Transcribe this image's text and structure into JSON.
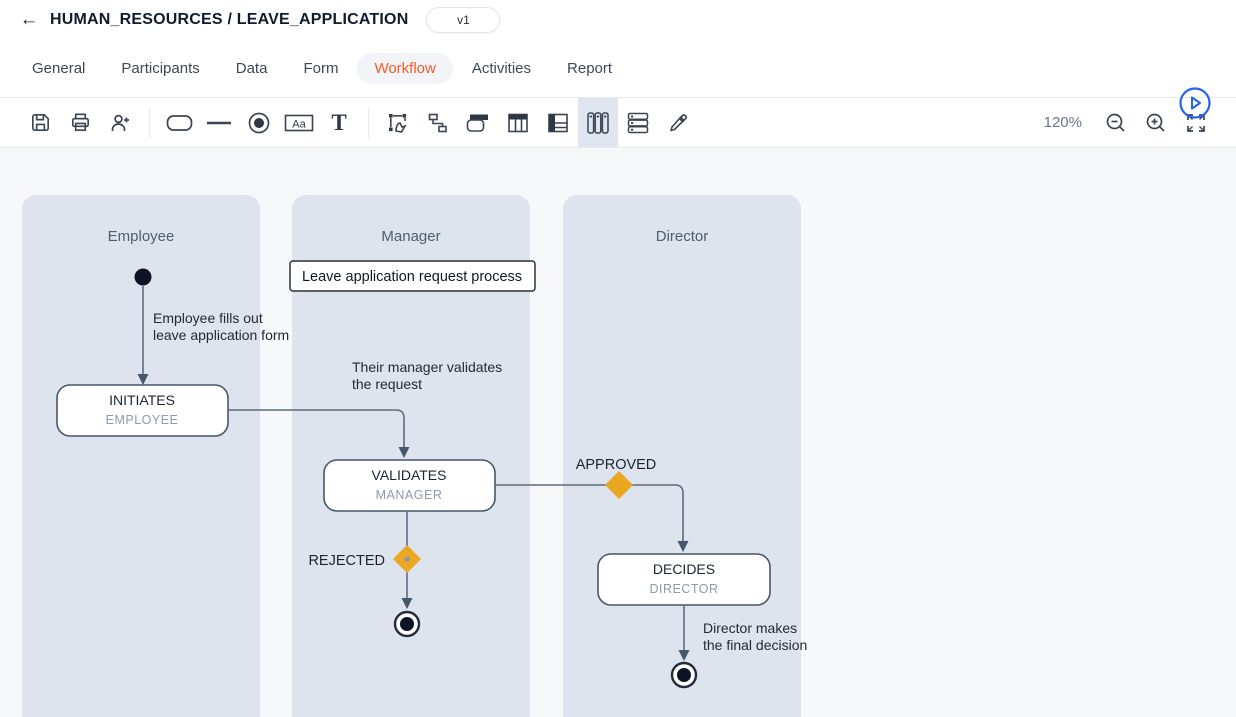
{
  "header": {
    "breadcrumb": "HUMAN_RESOURCES / LEAVE_APPLICATION",
    "version": "v1",
    "back_icon": "←"
  },
  "tabs": {
    "items": [
      {
        "label": "General",
        "active": false
      },
      {
        "label": "Participants",
        "active": false
      },
      {
        "label": "Data",
        "active": false
      },
      {
        "label": "Form",
        "active": false
      },
      {
        "label": "Workflow",
        "active": true
      },
      {
        "label": "Activities",
        "active": false
      },
      {
        "label": "Report",
        "active": false
      }
    ]
  },
  "toolbar": {
    "tools": [
      "save",
      "print",
      "add-user",
      "rounded-rectangle",
      "line",
      "state-node",
      "label",
      "text",
      "transform-select",
      "connector",
      "group-shape",
      "table-columns",
      "table-sidebar",
      "vertical-lanes",
      "stacked-rows",
      "eyedropper"
    ],
    "selected_tool": "vertical-lanes",
    "label_tool_text": "Aa",
    "text_tool_text": "T",
    "zoom_level": "120%"
  },
  "colors": {
    "accent_orange": "#f75b28",
    "play_blue": "#2563eb",
    "gateway_yellow": "#e9a822",
    "lane_fill": "#dde4ee",
    "edge_gray": "#5b6b7d",
    "canvas_bg": "#f7f8fa"
  },
  "diagram": {
    "process_note": "Leave application request process",
    "lanes": [
      {
        "label": "Employee"
      },
      {
        "label": "Manager"
      },
      {
        "label": "Director"
      }
    ],
    "nodes": {
      "initiates": {
        "title": "INITIATES",
        "subtitle": "EMPLOYEE"
      },
      "validates": {
        "title": "VALIDATES",
        "subtitle": "MANAGER"
      },
      "decides": {
        "title": "DECIDES",
        "subtitle": "DIRECTOR"
      }
    },
    "edges": {
      "start_to_initiates": {
        "label": [
          "Employee fills out",
          "leave application form"
        ]
      },
      "initiates_to_validates": {
        "label": [
          "Their manager validates",
          "the request"
        ]
      },
      "decides_to_end": {
        "label": [
          "Director makes",
          "the final decision"
        ]
      }
    },
    "gateways": {
      "approved": "APPROVED",
      "rejected": "REJECTED"
    }
  }
}
